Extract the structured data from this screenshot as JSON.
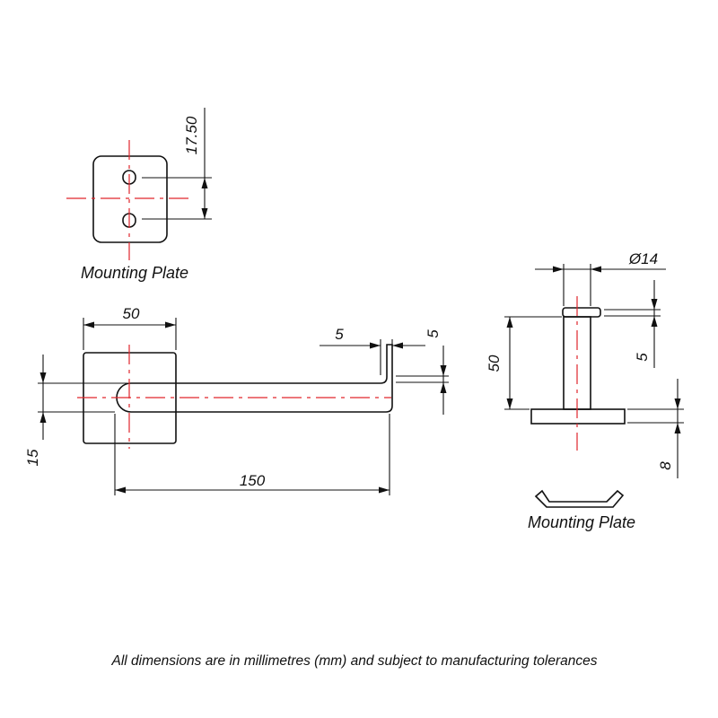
{
  "labels": {
    "plate_top": "Mounting Plate",
    "plate_side": "Mounting Plate"
  },
  "dimensions": {
    "slot_spacing": "17.50",
    "plate_width": "50",
    "arm_length": "150",
    "arm_height": "15",
    "tip_width": "5",
    "tip_height": "5",
    "rod_diameter": "Ø14",
    "side_height": "50",
    "cap_thickness": "5",
    "base_thickness": "8"
  },
  "note": "All dimensions are in millimetres (mm) and subject to manufacturing tolerances",
  "colors": {
    "outline": "#111111",
    "centerline": "#e0262c"
  }
}
